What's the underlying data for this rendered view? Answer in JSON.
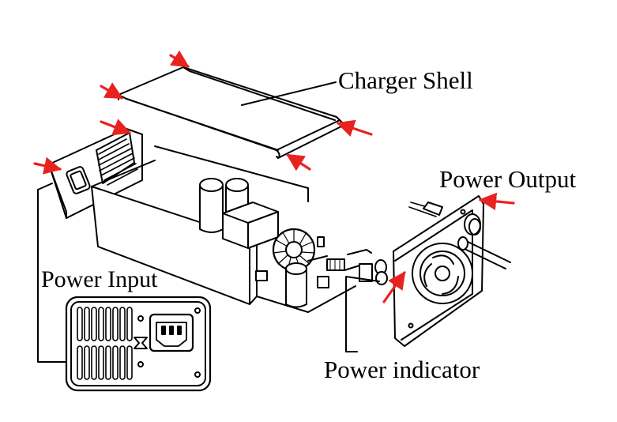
{
  "labels": {
    "charger_shell": "Charger Shell",
    "power_output": "Power Output",
    "power_input": "Power Input",
    "power_indicator": "Power indicator"
  },
  "colors": {
    "line": "#000000",
    "arrow": "#e8231f",
    "background": "#ffffff"
  },
  "icons": {
    "fan": "fan-icon",
    "power_socket": "iec-power-socket-icon",
    "arrow": "red-arrow-icon"
  }
}
